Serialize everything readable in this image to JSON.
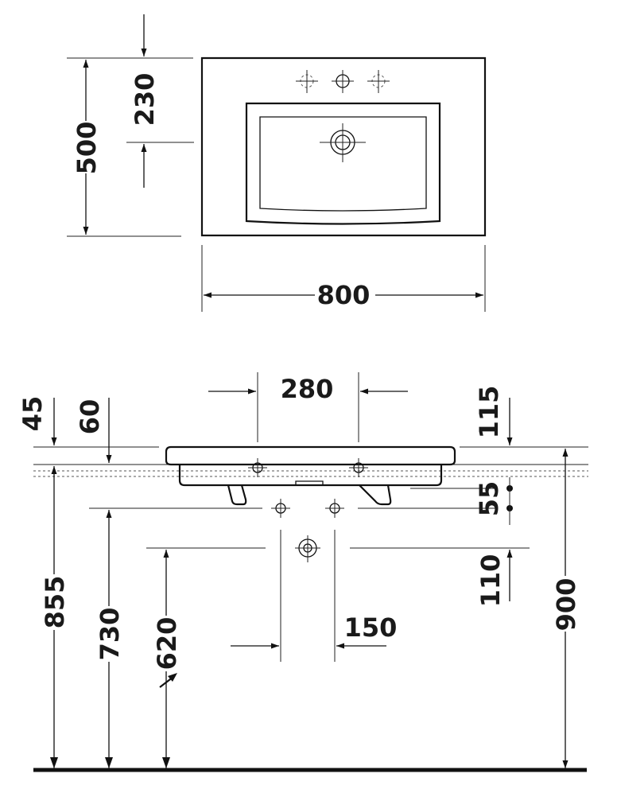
{
  "top_view": {
    "height_label": "500",
    "depth_label": "230",
    "width_label": "800"
  },
  "front_view": {
    "tap_spacing_label": "280",
    "rim_thickness_label": "45",
    "rim_offset_label": "60",
    "right_offset_label": "115",
    "small_gap_label": "55",
    "waste_offset_label": "110",
    "supply_spacing_label": "150",
    "height_855_label": "855",
    "height_730_label": "730",
    "height_620_label": "620",
    "height_900_label": "900"
  }
}
